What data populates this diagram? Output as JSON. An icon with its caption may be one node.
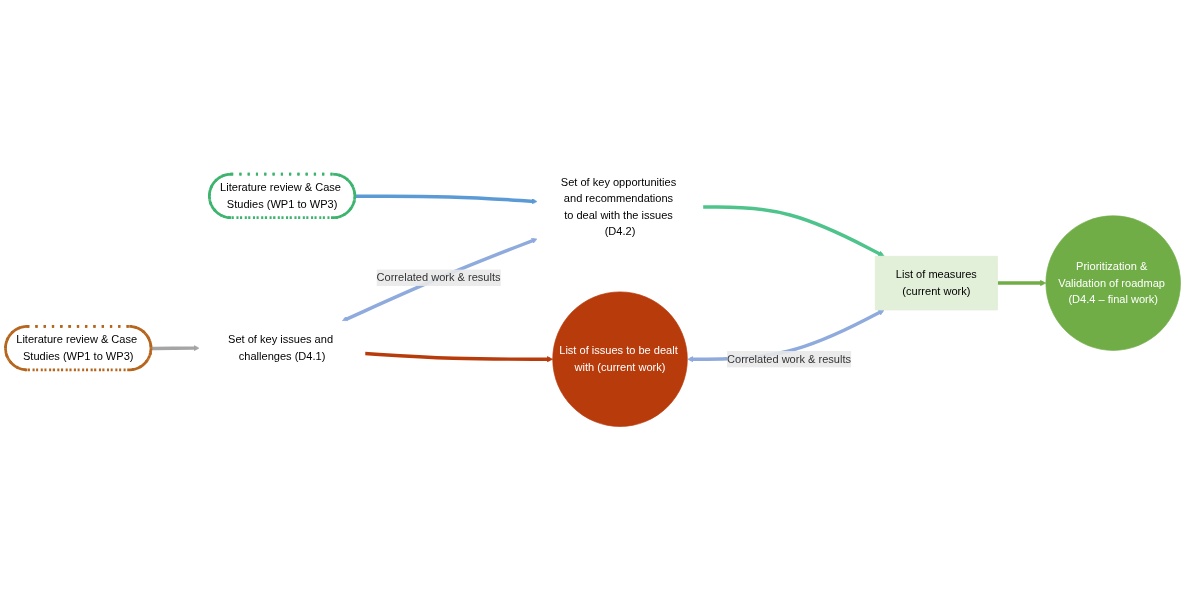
{
  "diagram": {
    "nodes": [
      {
        "text": [
          "Literature review & Case Studies (WP1 to WP3)"
        ]
      },
      {
        "text": [
          "Set of key issues and challenges (D4.1)"
        ]
      },
      {
        "text": [
          "List of issues to be dealt with (current work)"
        ]
      },
      {
        "text": [
          "Literature review & Case Studies (WP1 to WP3)"
        ]
      },
      {
        "text": [
          "Set of key opportunities and recommendations to deal with the issues (D4.2)"
        ]
      },
      {
        "text": [
          "List of measures",
          "(current work)"
        ]
      },
      {
        "text": [
          "Prioritization & Validation of roadmap (D4.4 – final work)"
        ]
      }
    ],
    "edges": [
      {
        "from": 0,
        "to": 1,
        "arrow": "to",
        "color": "#a5a5a5"
      },
      {
        "from": 1,
        "to": 2,
        "arrow": "to",
        "color": "#b83b0b"
      },
      {
        "from": 3,
        "to": 4,
        "arrow": "to",
        "color": "#5b9bd5"
      },
      {
        "from": 4,
        "to": 5,
        "arrow": "to",
        "color": "#4fc38c"
      },
      {
        "from": 5,
        "to": 6,
        "arrow": "to",
        "color": "#70ad47"
      },
      {
        "from": 1,
        "to": 4,
        "arrow": "both",
        "label": "Correlated work & results",
        "color": "#8faadc"
      },
      {
        "from": 2,
        "to": 5,
        "arrow": "both",
        "label": "Correlated work & results",
        "color": "#8faadc"
      }
    ]
  }
}
